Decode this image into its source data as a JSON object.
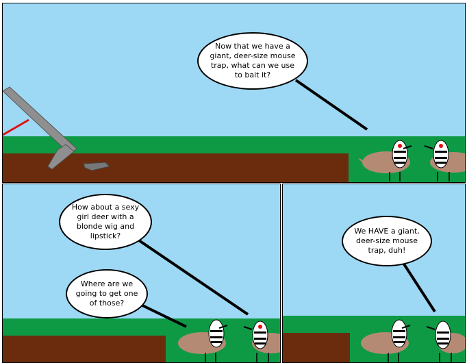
{
  "panels": [
    {
      "name": "panel-1",
      "bubbles": [
        {
          "text": "Now that we have a giant, deer-size mouse trap, what can we use to bait it?"
        }
      ]
    },
    {
      "name": "panel-2",
      "bubbles": [
        {
          "text": "How about a sexy girl deer with a blonde wig and lipstick?"
        },
        {
          "text": "Where are we going to get one of those?"
        }
      ]
    },
    {
      "name": "panel-3",
      "bubbles": [
        {
          "text": "We HAVE a giant, deer-size mouse trap, duh!"
        }
      ]
    }
  ],
  "colors": {
    "sky": "#9dd8f4",
    "grass": "#0e9a45",
    "dirt": "#6b2c0e",
    "bird_body": "#b58a74",
    "trap_metal": "#8f8f8f",
    "trap_string": "#e01010"
  }
}
